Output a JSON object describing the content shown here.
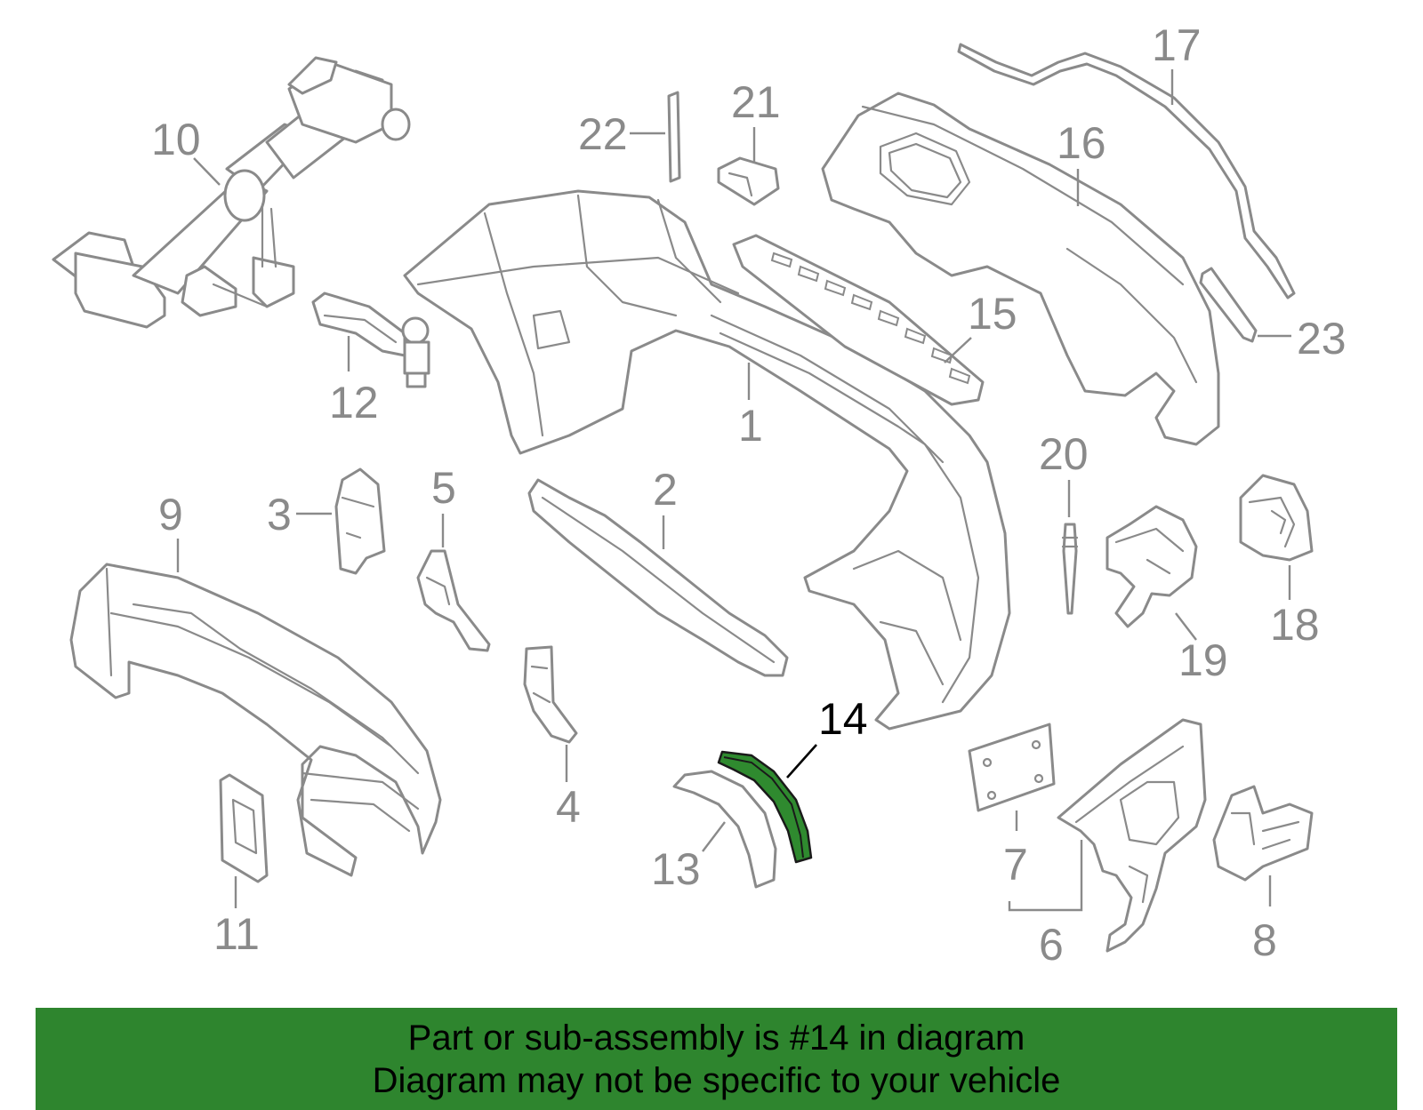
{
  "callouts": {
    "c1": "1",
    "c2": "2",
    "c3": "3",
    "c4": "4",
    "c5": "5",
    "c6": "6",
    "c7": "7",
    "c8": "8",
    "c9": "9",
    "c10": "10",
    "c11": "11",
    "c12": "12",
    "c13": "13",
    "c14": "14",
    "c15": "15",
    "c16": "16",
    "c17": "17",
    "c18": "18",
    "c19": "19",
    "c20": "20",
    "c21": "21",
    "c22": "22",
    "c23": "23"
  },
  "highlighted_part": "14",
  "colors": {
    "highlight": "#2f8a2f",
    "banner": "#2e852e",
    "line_art": "#8a8a8a"
  },
  "banner": {
    "line1": "Part or sub-assembly is #14 in diagram",
    "line2": "Diagram may not be specific to your vehicle"
  }
}
